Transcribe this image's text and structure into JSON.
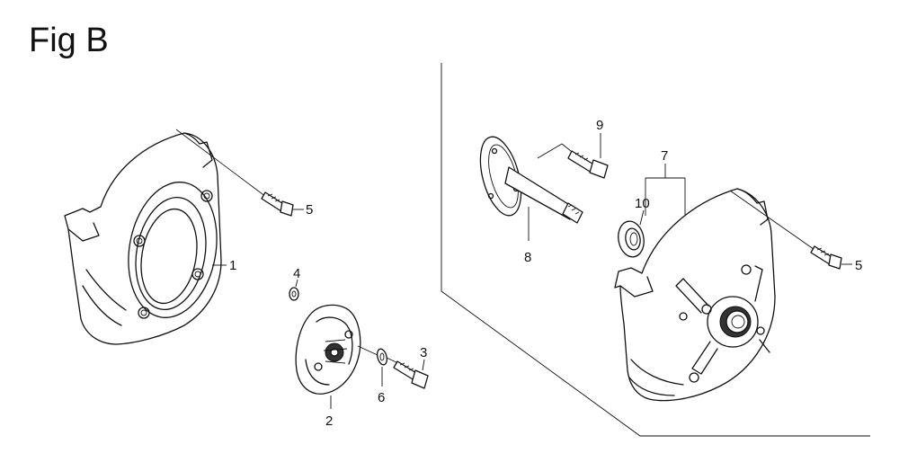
{
  "figure": {
    "title": "Fig B"
  },
  "callouts": {
    "c1": "1",
    "c2": "2",
    "c3": "3",
    "c4": "4",
    "c5a": "5",
    "c5b": "5",
    "c6": "6",
    "c7": "7",
    "c8": "8",
    "c9": "9",
    "c10": "10"
  },
  "colors": {
    "ink": "#111111",
    "paper": "#ffffff"
  }
}
